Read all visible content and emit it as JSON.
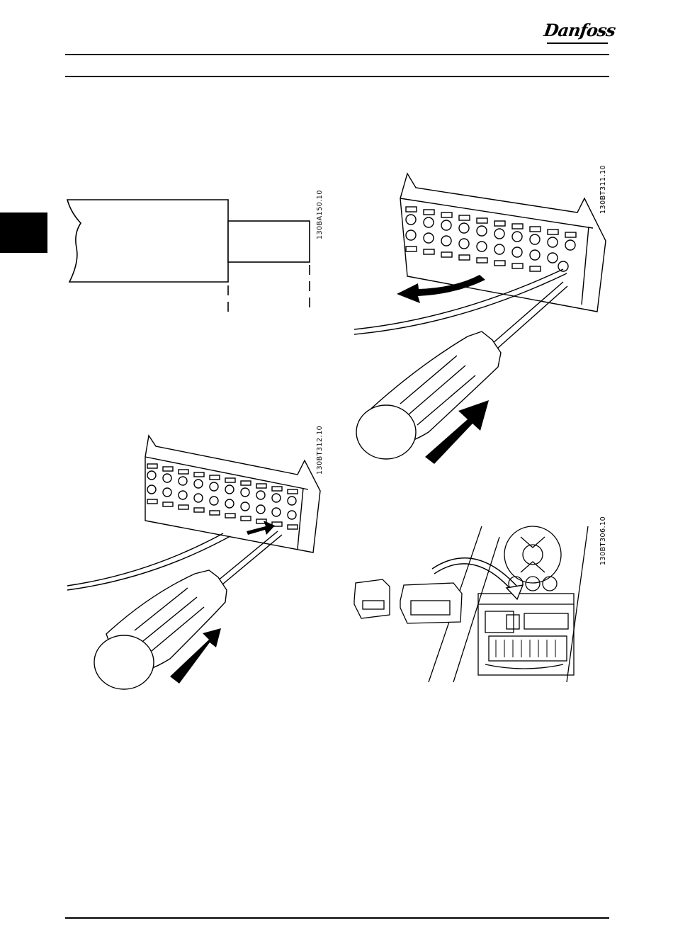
{
  "header": {
    "brand": "Danfoss"
  },
  "figures": [
    {
      "id": "wire-strip",
      "code": "130BA150.10"
    },
    {
      "id": "insert-wire",
      "code": "130BT312.10"
    },
    {
      "id": "release-wire",
      "code": "130BT311.10"
    },
    {
      "id": "connector-mount",
      "code": "130BT306.10"
    }
  ],
  "colors": {
    "line": "#000000",
    "background": "#ffffff",
    "tab": "#000000"
  }
}
